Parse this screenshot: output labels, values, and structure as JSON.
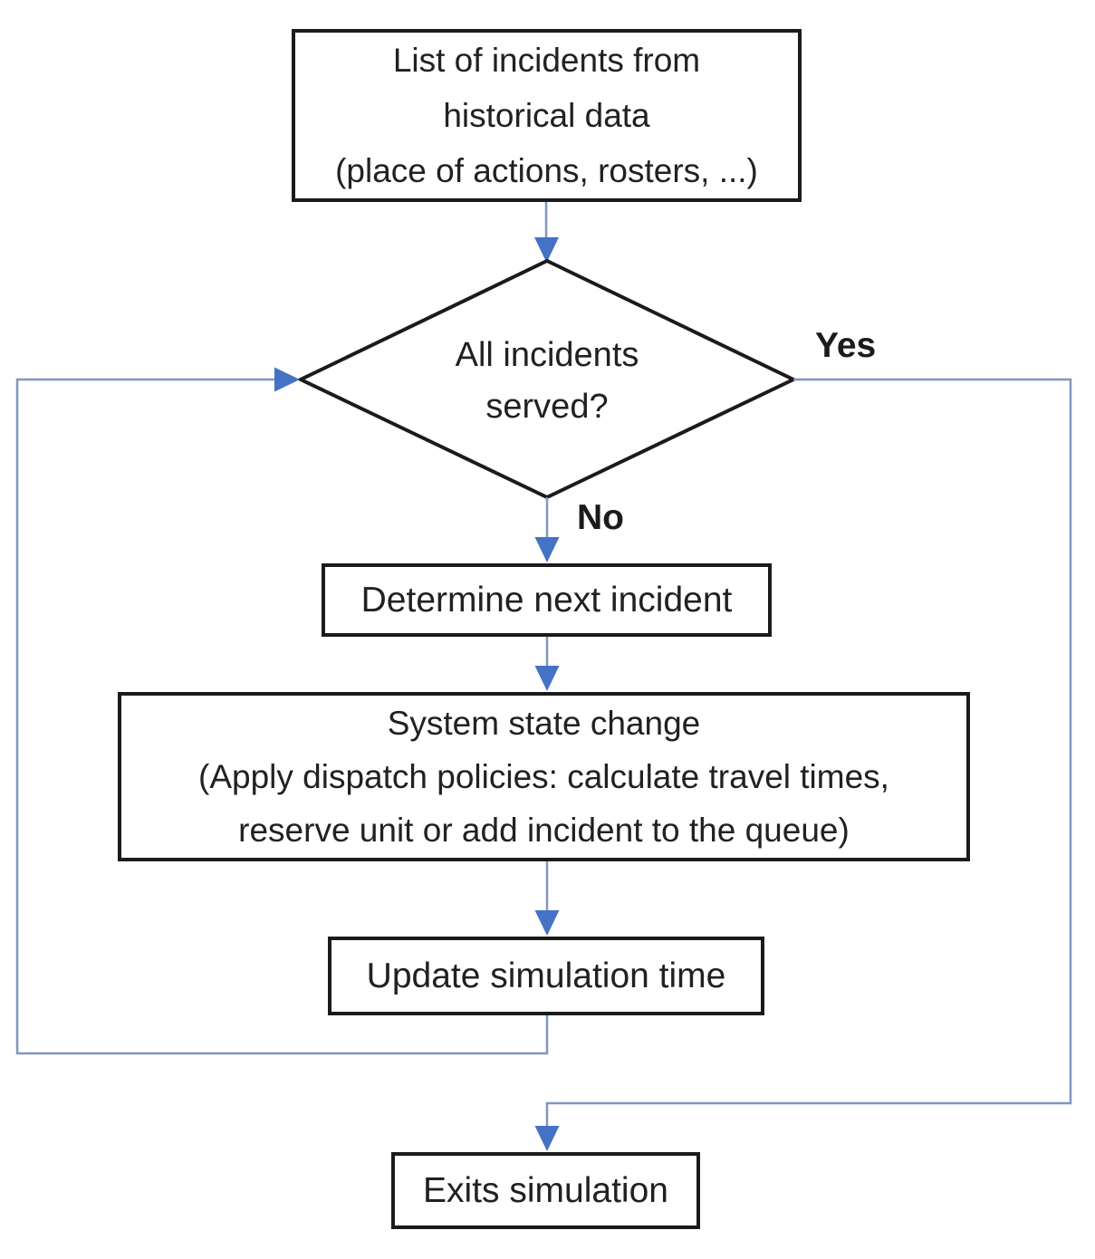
{
  "diagram": {
    "type": "flowchart",
    "nodes": {
      "start": {
        "shape": "rectangle",
        "text": "List of incidents from\nhistorical data\n(place of actions, rosters, ...)"
      },
      "decision": {
        "shape": "diamond",
        "text": "All incidents\nserved?"
      },
      "determine": {
        "shape": "rectangle",
        "text": "Determine next incident"
      },
      "system_state": {
        "shape": "rectangle",
        "text": "System state change\n(Apply dispatch policies: calculate travel times,\nreserve unit or add incident to the queue)"
      },
      "update_time": {
        "shape": "rectangle",
        "text": "Update simulation time"
      },
      "exit": {
        "shape": "rectangle",
        "text": "Exits simulation"
      }
    },
    "edge_labels": {
      "yes": "Yes",
      "no": "No"
    },
    "edges": [
      {
        "from": "start",
        "to": "decision",
        "label": ""
      },
      {
        "from": "decision",
        "to": "determine",
        "label": "No"
      },
      {
        "from": "decision",
        "to": "exit",
        "label": "Yes"
      },
      {
        "from": "determine",
        "to": "system_state",
        "label": ""
      },
      {
        "from": "system_state",
        "to": "update_time",
        "label": ""
      },
      {
        "from": "update_time",
        "to": "decision",
        "label": ""
      }
    ],
    "colors": {
      "background": "#ffffff",
      "node_border": "#1b1b1b",
      "node_fill": "#ffffff",
      "text": "#212121",
      "connector_line": "#7f97bf",
      "arrowhead": "#4472c4"
    }
  }
}
